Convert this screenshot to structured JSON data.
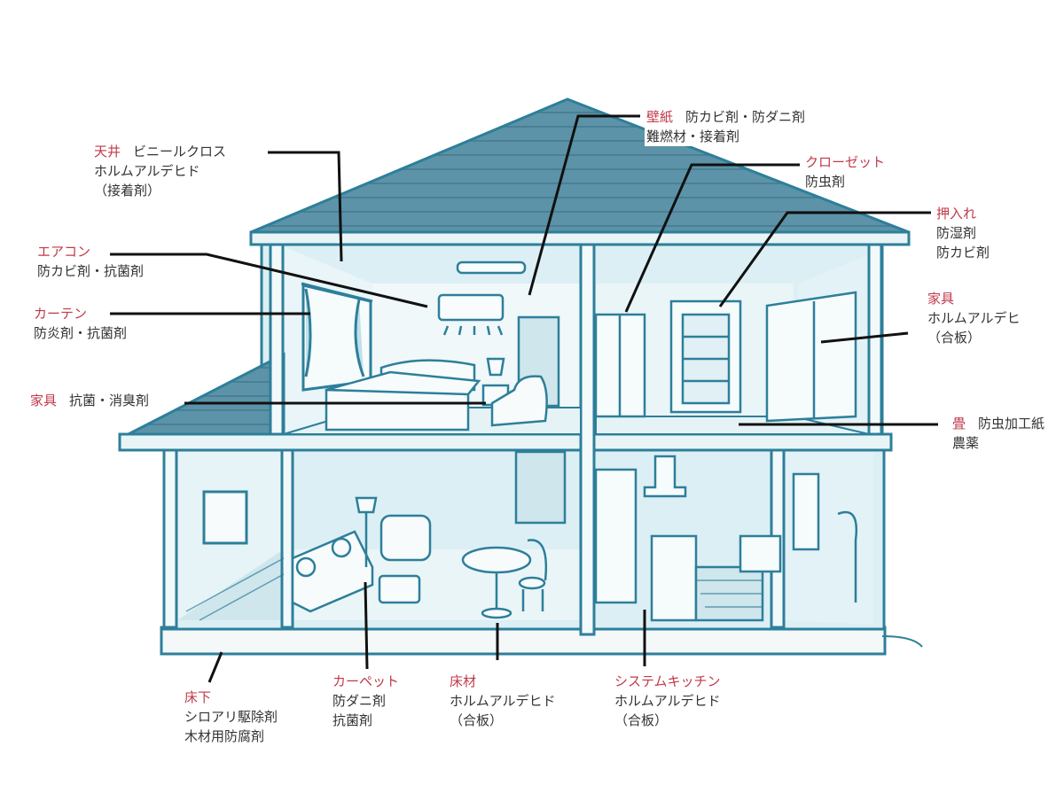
{
  "colors": {
    "house_fill": "#dceff4",
    "house_line": "#2d7f9a",
    "roof": "#5c93a8",
    "label_key": "#c0394b",
    "label_text": "#333333",
    "leader": "#111111"
  },
  "labels": {
    "ceiling": {
      "key": "天井",
      "lines": [
        "ビニールクロス",
        "ホルムアルデヒド",
        "（接着剤）"
      ]
    },
    "wallpaper": {
      "key": "壁紙",
      "lines": [
        "防カビ剤・防ダニ剤",
        "難燃材・接着剤"
      ]
    },
    "closet": {
      "key": "クローゼット",
      "lines": [
        "防虫剤"
      ]
    },
    "oshiire": {
      "key": "押入れ",
      "lines": [
        "防湿剤",
        "防カビ剤"
      ]
    },
    "aircon": {
      "key": "エアコン",
      "lines": [
        "防カビ剤・抗菌剤"
      ]
    },
    "curtain": {
      "key": "カーテン",
      "lines": [
        "防炎剤・抗菌剤"
      ]
    },
    "furniture_left": {
      "key": "家具",
      "lines": [
        "抗菌・消臭剤"
      ]
    },
    "furniture_right": {
      "key": "家具",
      "lines": [
        "ホルムアルデヒ",
        "（合板）"
      ]
    },
    "tatami": {
      "key": "畳",
      "lines": [
        "防虫加工紙",
        "農薬"
      ]
    },
    "underfloor": {
      "key": "床下",
      "lines": [
        "シロアリ駆除剤",
        "木材用防腐剤"
      ]
    },
    "carpet": {
      "key": "カーペット",
      "lines": [
        "防ダニ剤",
        "抗菌剤"
      ]
    },
    "flooring": {
      "key": "床材",
      "lines": [
        "ホルムアルデヒド",
        "（合板）"
      ]
    },
    "kitchen": {
      "key": "システムキッチン",
      "lines": [
        "ホルムアルデヒド",
        "（合板）"
      ]
    }
  }
}
